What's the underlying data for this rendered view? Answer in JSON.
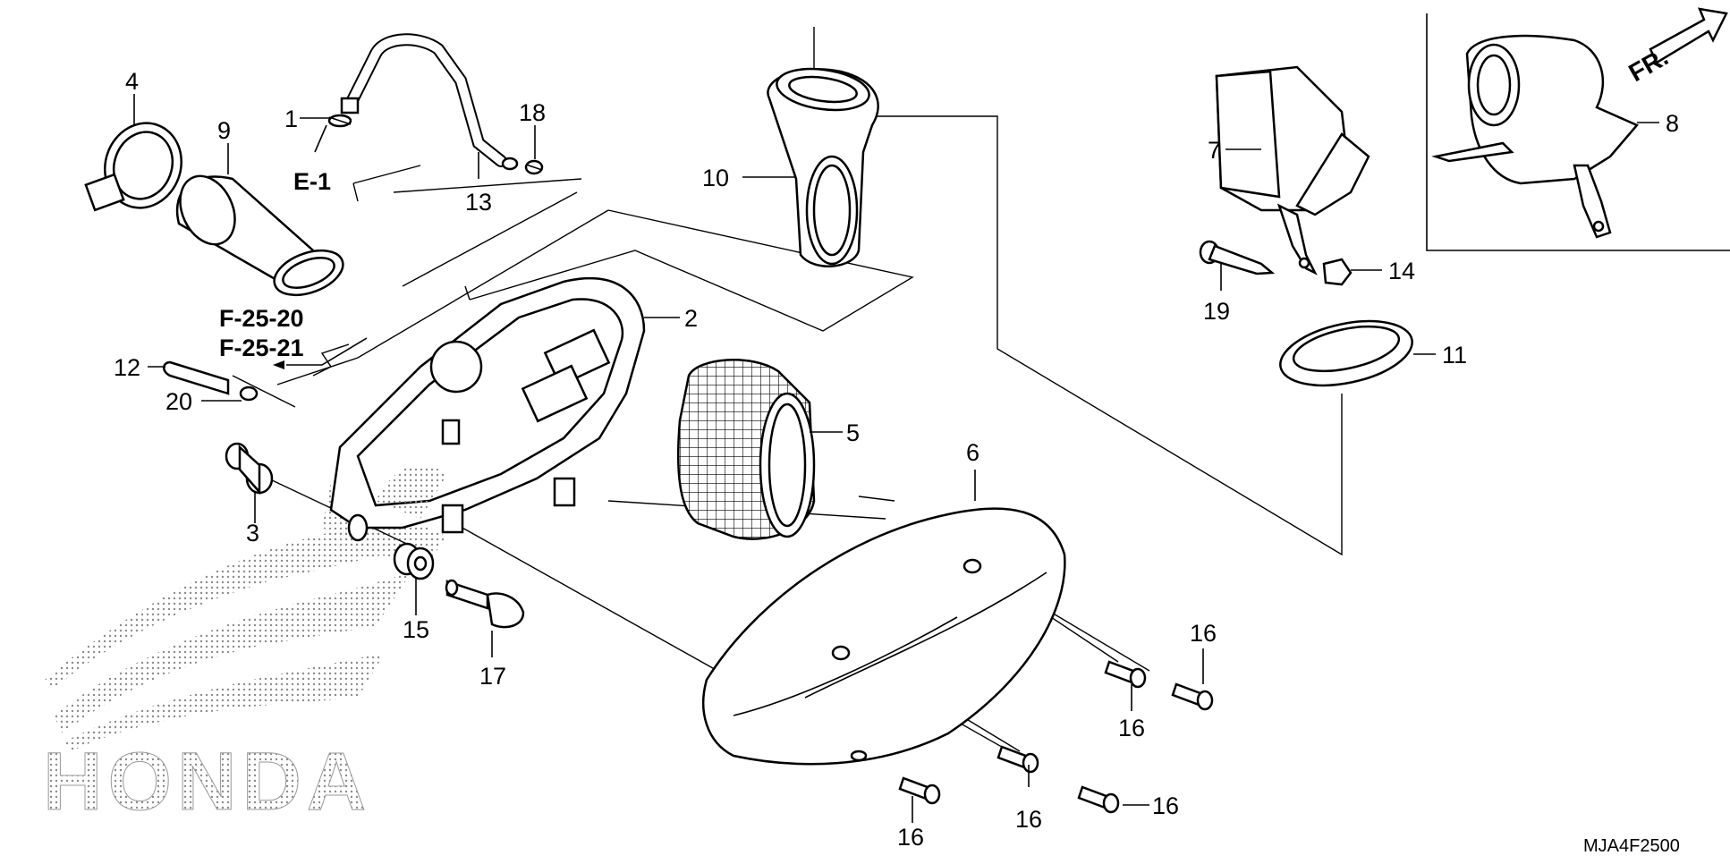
{
  "callouts": {
    "c1": "1",
    "c2": "2",
    "c3": "3",
    "c4": "4",
    "c5": "5",
    "c6": "6",
    "c7": "7",
    "c8": "8",
    "c9": "9",
    "c10": "10",
    "c11": "11",
    "c12": "12",
    "c13": "13",
    "c14": "14",
    "c15": "15",
    "c16a": "16",
    "c16b": "16",
    "c16c": "16",
    "c16d": "16",
    "c16e": "16",
    "c17": "17",
    "c18": "18",
    "c19": "19",
    "c20": "20"
  },
  "references": {
    "e1": "E-1",
    "f2520": "F-25-20",
    "f2521": "F-25-21"
  },
  "front_indicator": "FR.",
  "watermark": "HONDA",
  "diagram_code": "MJA4F2500"
}
